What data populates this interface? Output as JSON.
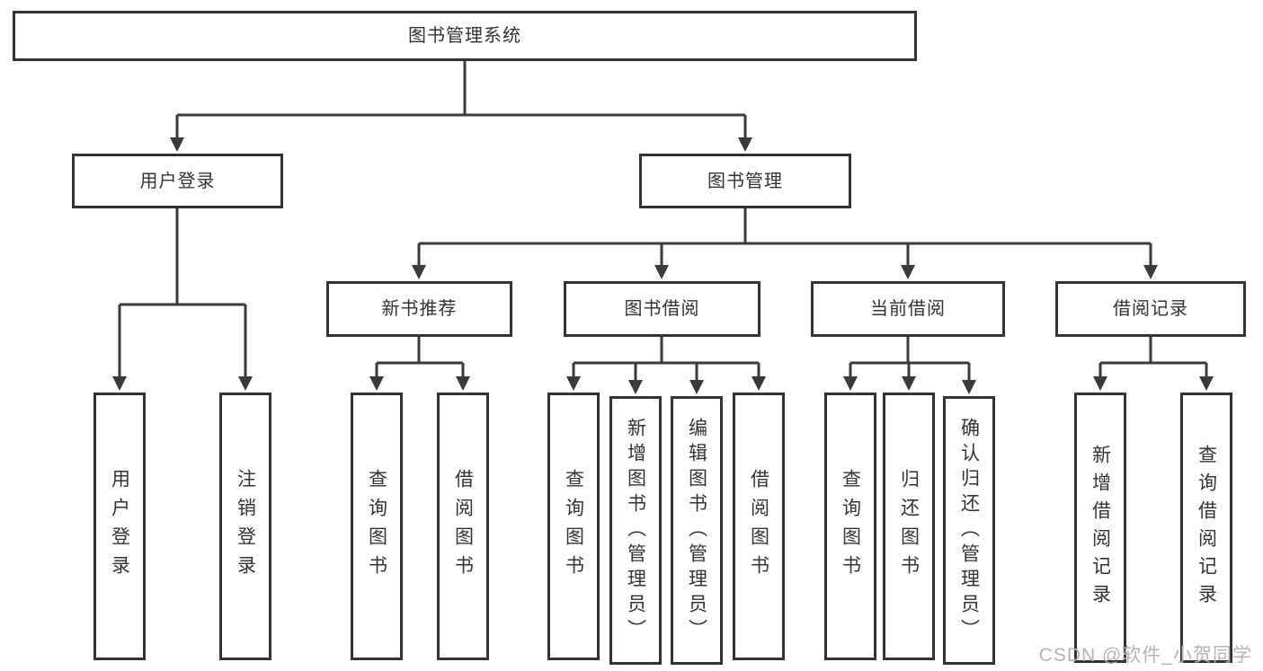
{
  "diagram": {
    "root": {
      "label": "图书管理系统"
    },
    "level2": [
      {
        "label": "用户登录"
      },
      {
        "label": "图书管理"
      }
    ],
    "level3": [
      {
        "label": "新书推荐"
      },
      {
        "label": "图书借阅"
      },
      {
        "label": "当前借阅"
      },
      {
        "label": "借阅记录"
      }
    ],
    "leaves": {
      "user_login": [
        "用户登录",
        "注销登录"
      ],
      "new_book_rec": [
        "查询图书",
        "借阅图书"
      ],
      "book_borrow": [
        "查询图书",
        "新增图书（管理员）",
        "编辑图书（管理员）",
        "借阅图书"
      ],
      "current_borrow": [
        "查询图书",
        "归还图书",
        "确认归还（管理员）"
      ],
      "borrow_record": [
        "新增借阅记录",
        "查询借阅记录"
      ]
    }
  },
  "watermark": "CSDN @软件_小贺同学",
  "colors": {
    "line": "#3a3a3a",
    "border": "#333333",
    "text": "#333333",
    "watermark": "#b4b4b4",
    "background": "#ffffff"
  }
}
